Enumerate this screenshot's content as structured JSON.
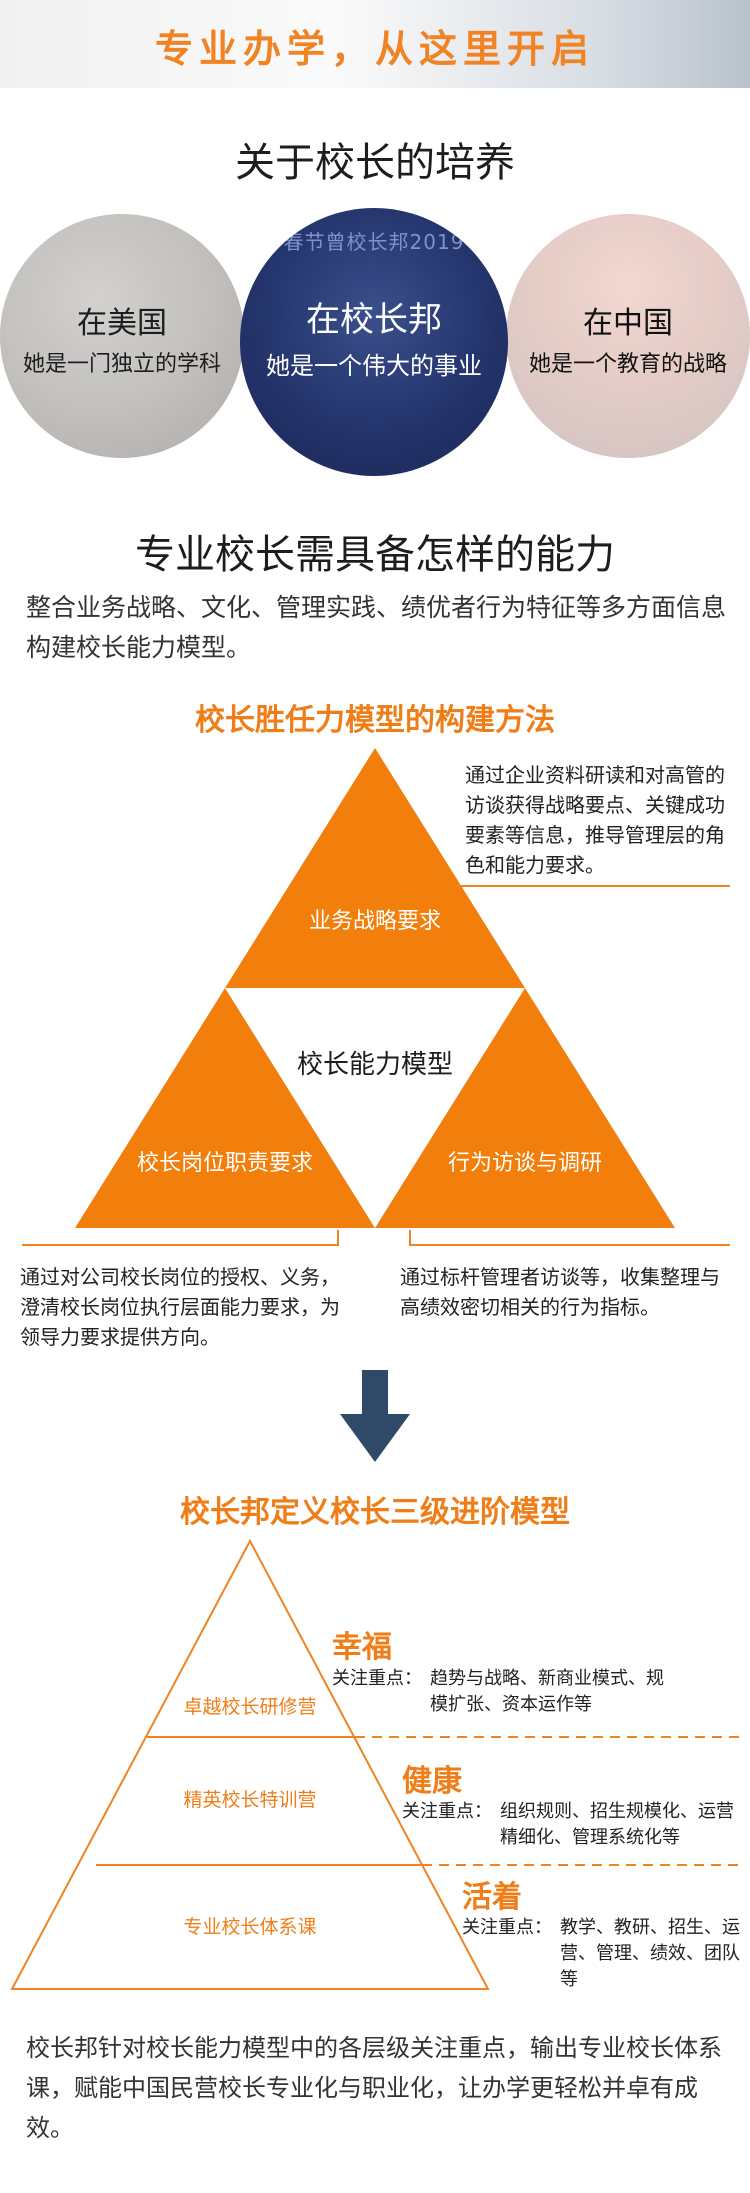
{
  "banner": {
    "title": "专业办学，从这里开启"
  },
  "training": {
    "heading": "关于校长的培养",
    "circles": [
      {
        "title": "在美国",
        "subtitle": "她是一门独立的学科"
      },
      {
        "title": "在校长邦",
        "subtitle": "她是一个伟大的事业",
        "photo_caption": "春节曾校长邦2019"
      },
      {
        "title": "在中国",
        "subtitle": "她是一个教育的战略"
      }
    ]
  },
  "ability": {
    "heading": "专业校长需具备怎样的能力",
    "intro": "整合业务战略、文化、管理实践、绩优者行为特征等多方面信息构建校长能力模型。"
  },
  "model": {
    "heading": "校长胜任力模型的构建方法",
    "top_label": "业务战略要求",
    "center_label": "校长能力模型",
    "left_label": "校长岗位职责要求",
    "right_label": "行为访谈与调研",
    "note_top_right": "通过企业资料研读和对高管的访谈获得战略要点、关键成功要素等信息，推导管理层的角色和能力要求。",
    "note_bottom_left": "通过对公司校长岗位的授权、义务，澄清校长岗位执行层面能力要求，为领导力要求提供方向。",
    "note_bottom_right": "通过标杆管理者访谈等，收集整理与高绩效密切相关的行为指标。"
  },
  "levels": {
    "heading": "校长邦定义校长三级进阶模型",
    "items": [
      {
        "title": "幸福",
        "label": "卓越校长研修营",
        "focus_label": "关注重点：",
        "focus": "趋势与战略、新商业模式、规模扩张、资本运作等"
      },
      {
        "title": "健康",
        "label": "精英校长特训营",
        "focus_label": "关注重点：",
        "focus": "组织规则、招生规模化、运营精细化、管理系统化等"
      },
      {
        "title": "活着",
        "label": "专业校长体系课",
        "focus_label": "关注重点：",
        "focus": "教学、教研、招生、运营、管理、绩效、团队等"
      }
    ]
  },
  "conclusion": "校长邦针对校长能力模型中的各层级关注重点，输出专业校长体系课，赋能中国民营校长专业化与职业化，让办学更轻松并卓有成效。",
  "colors": {
    "accent": "#f08323",
    "triangle": "#f27f0c",
    "arrow": "#2e4a68",
    "dark_circle": "#1f2d5c"
  }
}
